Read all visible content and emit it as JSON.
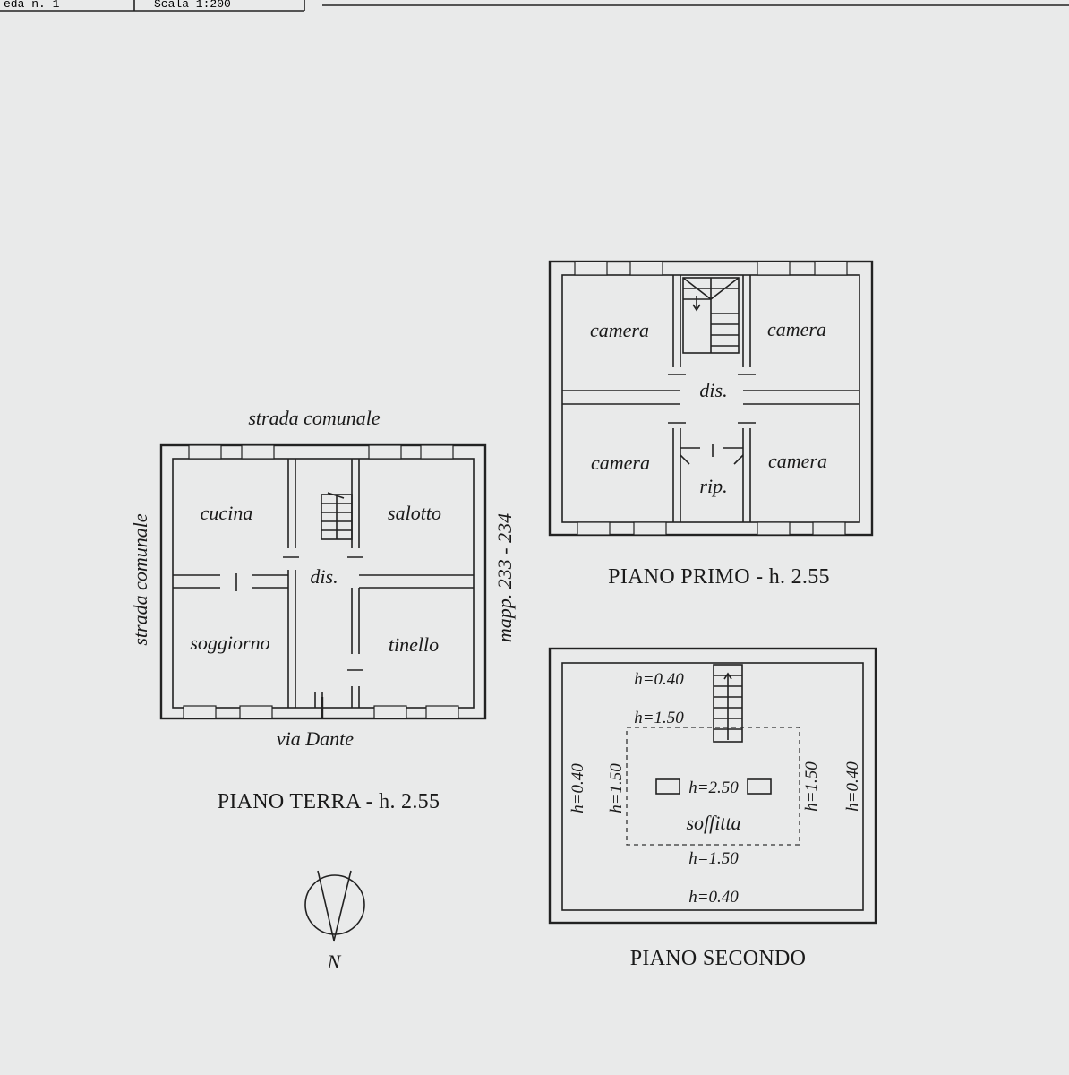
{
  "header": {
    "sheet_fragment": "eda n. 1",
    "scale_fragment": "Scala 1:200"
  },
  "ground_floor": {
    "title": "PIANO TERRA - h. 2.55",
    "street_top": "strada comunale",
    "street_left": "strada comunale",
    "street_bottom": "via Dante",
    "parcels": "mapp. 233 - 234",
    "rooms": {
      "cucina": "cucina",
      "salotto": "salotto",
      "dis": "dis.",
      "soggiorno": "soggiorno",
      "tinello": "tinello"
    }
  },
  "first_floor": {
    "title": "PIANO PRIMO - h. 2.55",
    "rooms": {
      "camera_tl": "camera",
      "camera_tr": "camera",
      "dis": "dis.",
      "camera_bl": "camera",
      "camera_br": "camera",
      "rip": "rip."
    }
  },
  "second_floor": {
    "title": "PIANO SECONDO",
    "room": "soffitta",
    "heights": {
      "top_outer": "h=0.40",
      "top_inner": "h=1.50",
      "center": "h=2.50",
      "bottom_inner": "h=1.50",
      "bottom_outer": "h=0.40",
      "left_outer": "h=0.40",
      "left_inner": "h=1.50",
      "right_inner": "h=1.50",
      "right_outer": "h=0.40"
    }
  },
  "north": {
    "label": "N"
  }
}
